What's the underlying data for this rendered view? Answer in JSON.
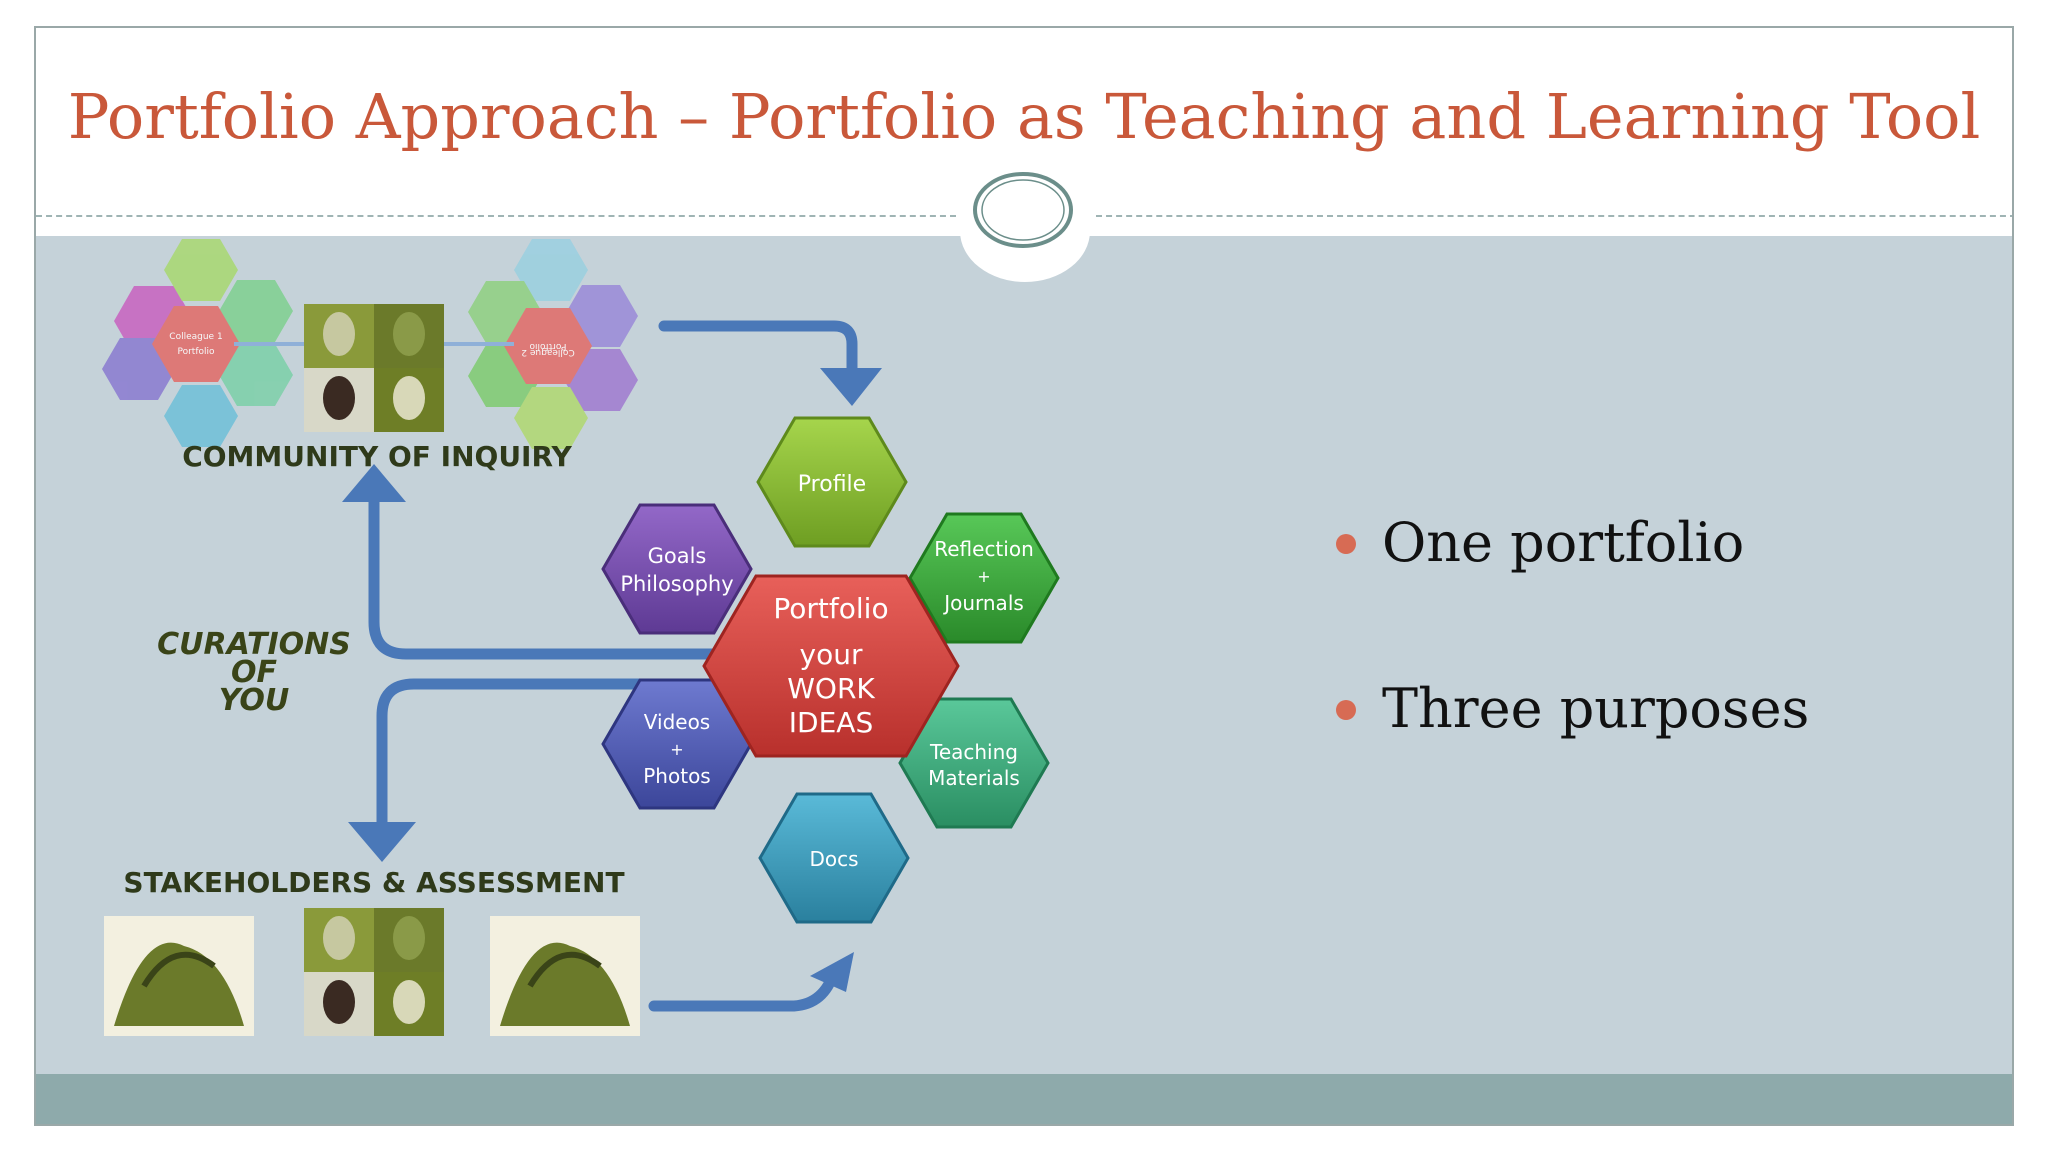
{
  "slide": {
    "title": "Portfolio Approach – Portfolio as Teaching and Learning Tool"
  },
  "diagram": {
    "center": {
      "line1": "Portfolio",
      "line2": "your",
      "line3": "WORK",
      "line4": "IDEAS"
    },
    "hexes": {
      "profile": "Profile",
      "goals_1": "Goals",
      "goals_2": "Philosophy",
      "reflection_1": "Reflection",
      "reflection_2": "+",
      "reflection_3": "Journals",
      "videos_1": "Videos",
      "videos_2": "+",
      "videos_3": "Photos",
      "teaching_1": "Teaching",
      "teaching_2": "Materials",
      "docs": "Docs"
    },
    "labels": {
      "community": "COMMUNITY OF INQUIRY",
      "curations_1": "CURATIONS",
      "curations_2": "OF",
      "curations_3": "YOU",
      "stakeholders": "STAKEHOLDERS & ASSESSMENT"
    },
    "mini_left": {
      "center_1": "Colleague 1",
      "center_2": "Portfolio"
    },
    "mini_right": {
      "center_1": "Colleague 2",
      "center_2": "Portfolio"
    }
  },
  "bullets": [
    "One portfolio",
    "Three purposes"
  ],
  "colors": {
    "title": "#c9583a",
    "bullet": "#d76b54",
    "arrow": "#4a78b8",
    "hex_center": "#d6403b",
    "hex_profile": "#8dc23a",
    "hex_goals": "#7a4fb0",
    "hex_reflection": "#3fae3f",
    "hex_videos": "#5460b8",
    "hex_teaching": "#3bb07e",
    "hex_docs": "#3fa0c0"
  }
}
